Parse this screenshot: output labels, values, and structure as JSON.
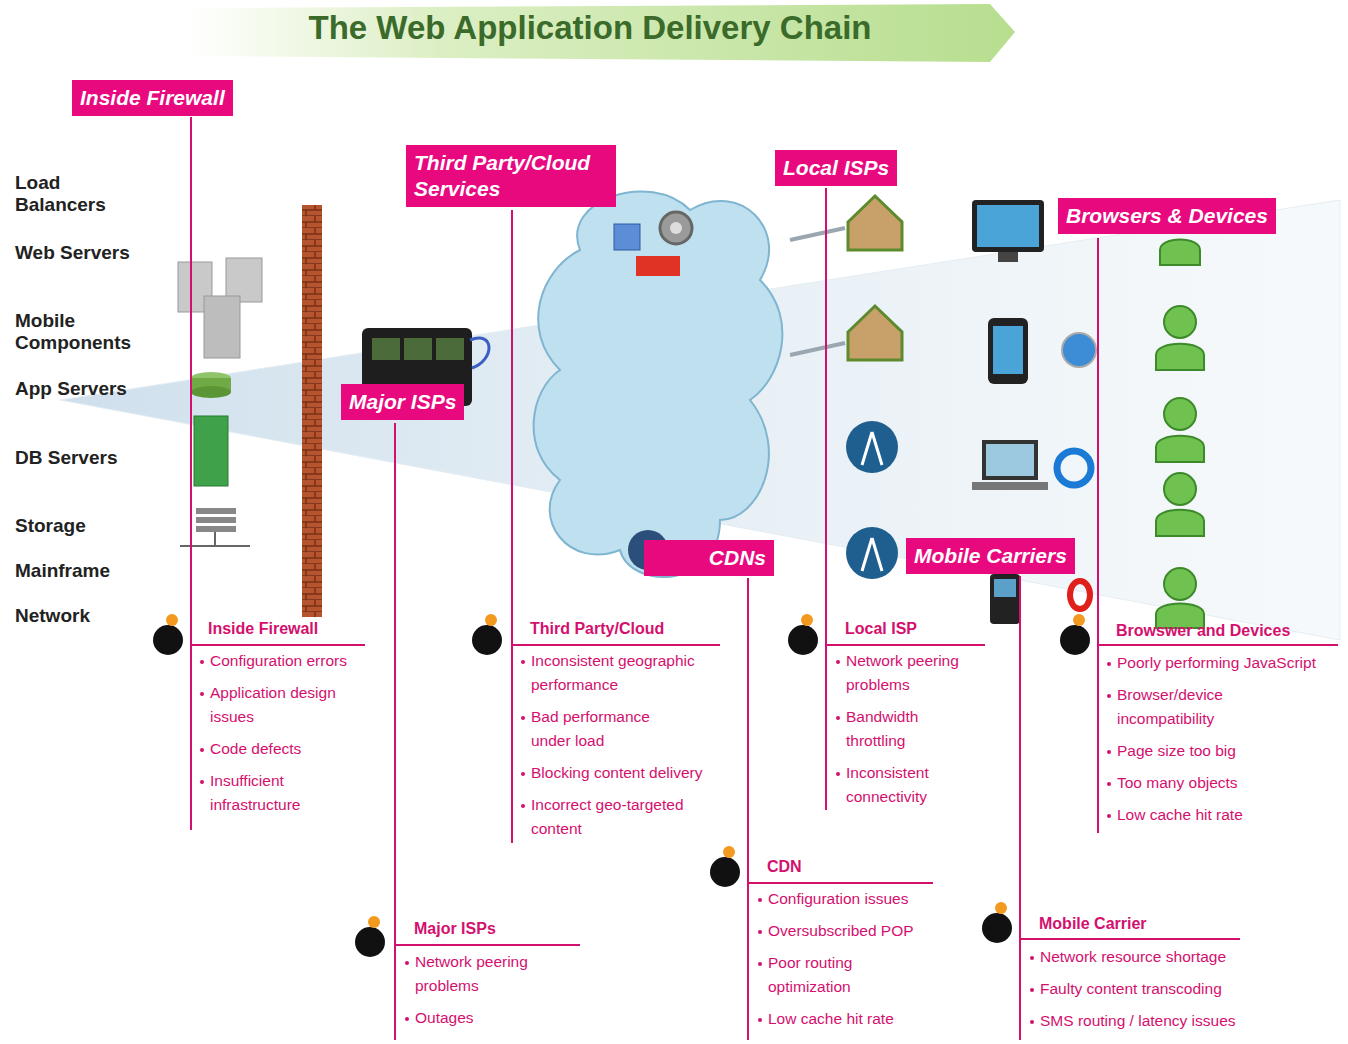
{
  "diagram": {
    "title": "The Web Application Delivery Chain",
    "nodes": [
      {
        "text": [
          "Inside Firewall"
        ]
      },
      {
        "text": [
          "Third Party/Cloud Services"
        ]
      },
      {
        "text": [
          "Local ISPs"
        ]
      },
      {
        "text": [
          "Browsers & Devices"
        ]
      },
      {
        "text": [
          "Major ISPs"
        ]
      },
      {
        "text": [
          "CDNs"
        ]
      },
      {
        "text": [
          "Mobile Carriers"
        ]
      }
    ],
    "labels": [
      "Load Balancers",
      "Web Servers",
      "Mobile Components",
      "App Servers",
      "DB Servers",
      "Storage",
      "Mainframe",
      "Network",
      "Inside Firewall",
      "Configuration errors",
      "Application design issues",
      "Code defects",
      "Insufficient infrastructure",
      "Third Party/Cloud",
      "Inconsistent geographic performance",
      "Bad performance under load",
      "Blocking content delivery",
      "Incorrect geo-targeted content",
      "Local ISP",
      "Network peering problems",
      "Bandwidth throttling",
      "Inconsistent connectivity",
      "Browswer and Devices",
      "Poorly performing JavaScript",
      "Browser/device incompatibility",
      "Page size too big",
      "Too many objects",
      "Low cache hit rate",
      "CDN",
      "Configuration issues",
      "Oversubscribed POP",
      "Poor routing optimization",
      "Low cache hit rate",
      "Major ISPs",
      "Network peering problems",
      "Outages",
      "Mobile Carrier",
      "Network resource shortage",
      "Faulty content transcoding",
      "SMS routing / latency issues"
    ]
  }
}
